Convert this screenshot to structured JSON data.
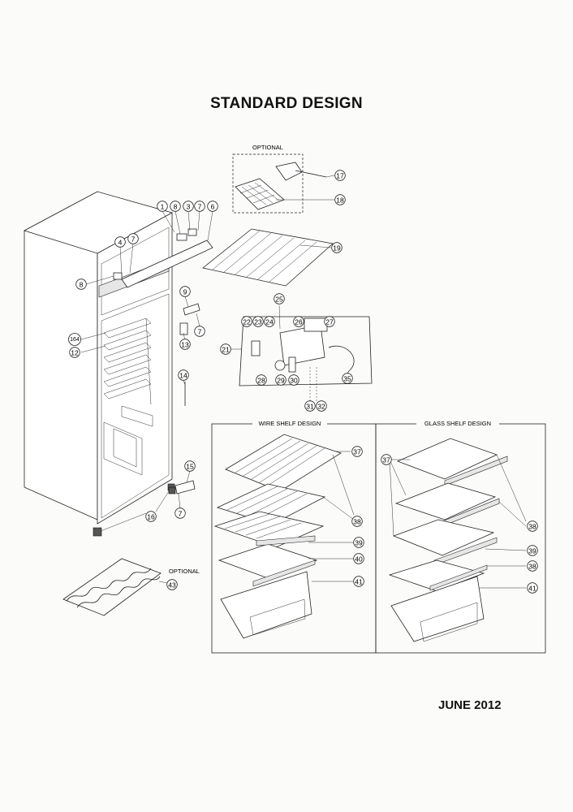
{
  "title": "STANDARD DESIGN",
  "footer_date": "JUNE 2012",
  "labels": {
    "optional_top": "OPTIONAL",
    "optional_rack": "OPTIONAL",
    "wire_shelf_design": "WIRE SHELF DESIGN",
    "glass_shelf_design": "GLASS SHELF DESIGN"
  },
  "callouts": {
    "c1": "1",
    "c8a": "8",
    "c3": "3",
    "c7a": "7",
    "c6": "6",
    "c4": "4",
    "c7b": "7",
    "c8b": "8",
    "c9": "9",
    "c7c": "7",
    "c13": "13",
    "c14": "14",
    "c15": "15",
    "c16": "16",
    "c7d": "7",
    "c164": "164",
    "c12": "12",
    "c17": "17",
    "c18": "18",
    "c19": "19",
    "c25": "25",
    "c22": "22",
    "c23": "23",
    "c24": "24",
    "c26": "26",
    "c27": "27",
    "c21": "21",
    "c28": "28",
    "c29": "29",
    "c30": "30",
    "c35": "35",
    "c31": "31",
    "c32": "32",
    "w37": "37",
    "w38": "38",
    "w39": "39",
    "w40": "40",
    "w41": "41",
    "g37": "37",
    "g38a": "38",
    "g39": "39",
    "g38b": "38",
    "g41": "41",
    "c43": "43"
  }
}
